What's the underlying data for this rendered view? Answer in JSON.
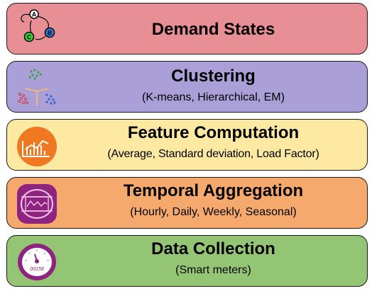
{
  "layers": [
    {
      "title": "Demand States",
      "subtitle": "",
      "color": "#e88f95",
      "icon": "state-machine-icon",
      "states": [
        "A",
        "B",
        "C"
      ],
      "state_colors": [
        "#ffffff",
        "#3b7de0",
        "#3fcf3f"
      ]
    },
    {
      "title": "Clustering",
      "subtitle": "(K-means, Hierarchical, EM)",
      "color": "#ab9fd8",
      "icon": "cluster-scatter-icon"
    },
    {
      "title": "Feature Computation",
      "subtitle": "(Average, Standard deviation, Load Factor)",
      "color": "#fde9a2",
      "icon": "bar-chart-icon",
      "icon_color": "#f07821"
    },
    {
      "title": "Temporal Aggregation",
      "subtitle": "(Hourly, Daily, Weekly, Seasonal)",
      "color": "#f5a96c",
      "icon": "waveform-monitor-icon",
      "icon_color": "#8e2380"
    },
    {
      "title": "Data Collection",
      "subtitle": "(Smart meters)",
      "color": "#93c575",
      "icon": "smart-meter-icon",
      "meter_reading": "00158"
    }
  ]
}
